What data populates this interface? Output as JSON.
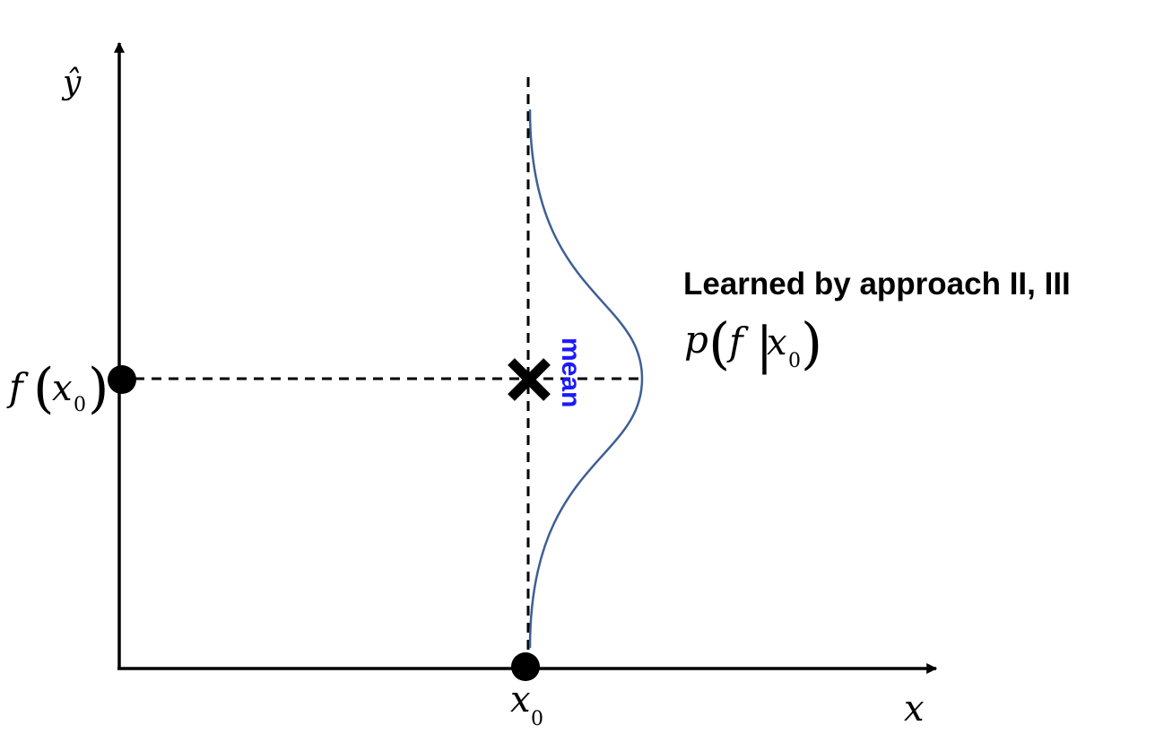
{
  "diagram": {
    "y_axis_label": "ŷ",
    "x_axis_label": "x",
    "x0_tick": {
      "base": "x",
      "sub": "0"
    },
    "f_x0_label": {
      "func": "f",
      "open": "(",
      "var": "x",
      "sub": "0",
      "close": ")"
    },
    "mean_label": "mean",
    "title": "Learned by approach II, III",
    "distribution_label": {
      "p": "p",
      "open": "(",
      "f": "f",
      "bar": "|",
      "var": "x",
      "sub": "0",
      "close": ")"
    },
    "colors": {
      "axes": "#000000",
      "curve": "#3e5f95",
      "mean_text": "#1a1aff",
      "points": "#000000"
    },
    "marker_icons": [
      "point-marker",
      "cross-marker"
    ]
  }
}
